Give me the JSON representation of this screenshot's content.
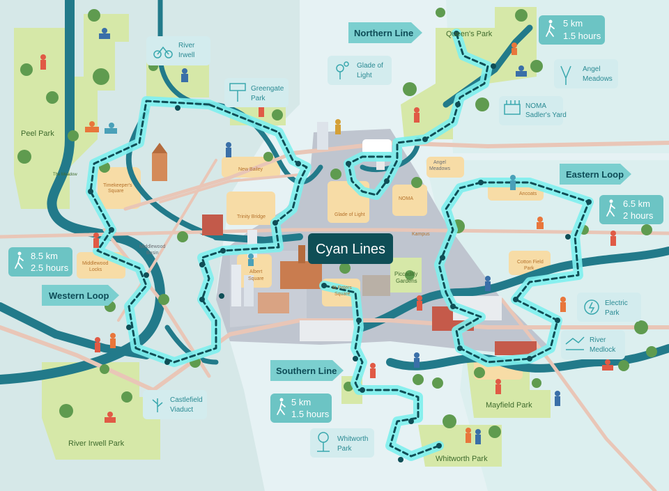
{
  "title": "Cyan Lines",
  "signs": {
    "northern": "Northern Line",
    "eastern": "Eastern Loop",
    "western": "Western Loop",
    "southern": "Southern Line"
  },
  "distances": {
    "northern_km": "5 km",
    "northern_hours": "1.5 hours",
    "eastern_km": "6.5 km",
    "eastern_hours": "2 hours",
    "western_km": "8.5 km",
    "western_hours": "2.5 hours",
    "southern_km": "5 km",
    "southern_hours": "1.5 hours"
  },
  "poi": {
    "river_irwell_1": "River",
    "river_irwell_2": "Irwell",
    "greengate_1": "Greengate",
    "greengate_2": "Park",
    "glade_1": "Glade of",
    "glade_2": "Light",
    "angel_1": "Angel",
    "angel_2": "Meadows",
    "noma_1": "NOMA",
    "noma_2": "Sadler's Yard",
    "electric_1": "Electric",
    "electric_2": "Park",
    "medlock_1": "River",
    "medlock_2": "Medlock",
    "castlefield_1": "Castlefield",
    "castlefield_2": "Viaduct",
    "whitworth_1": "Whitworth",
    "whitworth_2": "Park"
  },
  "parks": {
    "peel": "Peel Park",
    "queens": "Queen's Park",
    "river_irwell_park": "River Irwell Park",
    "mayfield": "Mayfield Park",
    "whitworth_park": "Whitworth Park",
    "piccadilly_1": "Piccadilly",
    "piccadilly_2": "Gardens"
  },
  "places": {
    "the_meadow": "The Meadow",
    "timekeeper_1": "Timekeeper's",
    "timekeeper_2": "Square",
    "new_bailey": "New Bailey",
    "trinity": "Trinity Bridge",
    "middlewood_basin_1": "Middlewood",
    "middlewood_basin_2": "Basin",
    "middlewood_locks_1": "Middlewood",
    "middlewood_locks_2": "Locks",
    "albert_1": "Albert",
    "albert_2": "Square",
    "glade_place": "Glade of Light",
    "noma_place": "NOMA",
    "kampus": "Kampus",
    "angel_place_1": "Angel",
    "angel_place_2": "Meadows",
    "ancoats": "Ancoats",
    "cotton_1": "Cotton Field",
    "cotton_2": "Park",
    "st_peters_1": "St Peters",
    "st_peters_2": "Square"
  },
  "colors": {
    "route_glow": "#7ef0ee",
    "route_core": "#0f4e56",
    "river": "#227a8a",
    "park": "#d5e7a8",
    "city": "#bcc2cc",
    "rail": "#e8c2b3",
    "sign": "#7bcfcf"
  },
  "icons": [
    "hiker-icon",
    "flower-icon",
    "bench-icon",
    "electric-icon",
    "sign-icon",
    "tree-icon",
    "cyclist-icon"
  ]
}
